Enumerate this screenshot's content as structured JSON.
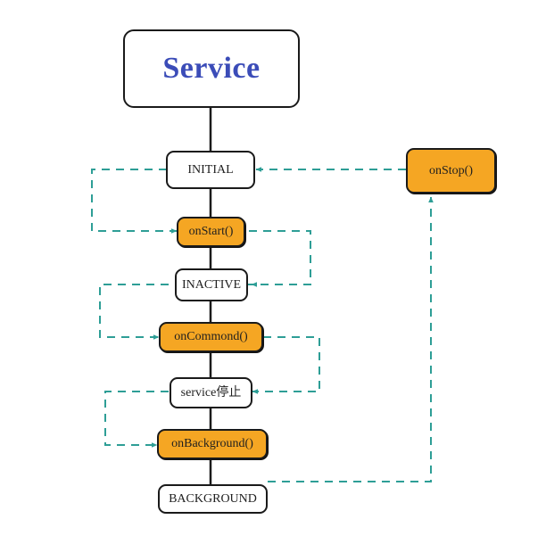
{
  "diagram": {
    "title": "Service",
    "accent_colors": {
      "title_text": "#3B4CB8",
      "method_node_fill": "#F5A623",
      "state_node_fill": "#FFFFFF",
      "node_border": "#1A1A1A",
      "edge_dashed": "#2E9E96"
    },
    "nodes": [
      {
        "id": "title",
        "kind": "title",
        "label": "Service"
      },
      {
        "id": "initial",
        "kind": "state",
        "label": "INITIAL"
      },
      {
        "id": "on_start",
        "kind": "method",
        "label": "onStart()"
      },
      {
        "id": "inactive",
        "kind": "state",
        "label": "INACTIVE"
      },
      {
        "id": "on_commond",
        "kind": "method",
        "label": "onCommond()"
      },
      {
        "id": "service_stop",
        "kind": "state",
        "label": "service停止"
      },
      {
        "id": "on_background",
        "kind": "method",
        "label": "onBackground()"
      },
      {
        "id": "background",
        "kind": "state",
        "label": "BACKGROUND"
      },
      {
        "id": "on_stop",
        "kind": "method",
        "label": "onStop()"
      }
    ],
    "edges": [
      {
        "from": "title",
        "to": "initial",
        "style": "solid"
      },
      {
        "from": "initial",
        "to": "on_start",
        "style": "dashed",
        "route": "left-loop"
      },
      {
        "from": "initial",
        "to": "on_start",
        "style": "solid",
        "route": "spine"
      },
      {
        "from": "on_start",
        "to": "inactive",
        "style": "dashed",
        "route": "right-loop"
      },
      {
        "from": "on_start",
        "to": "inactive",
        "style": "solid",
        "route": "spine"
      },
      {
        "from": "inactive",
        "to": "on_commond",
        "style": "dashed",
        "route": "left-loop"
      },
      {
        "from": "inactive",
        "to": "on_commond",
        "style": "solid",
        "route": "spine"
      },
      {
        "from": "on_commond",
        "to": "service_stop",
        "style": "dashed",
        "route": "right-loop"
      },
      {
        "from": "on_commond",
        "to": "service_stop",
        "style": "solid",
        "route": "spine"
      },
      {
        "from": "service_stop",
        "to": "on_background",
        "style": "dashed",
        "route": "left-loop"
      },
      {
        "from": "service_stop",
        "to": "on_background",
        "style": "solid",
        "route": "spine"
      },
      {
        "from": "on_background",
        "to": "background",
        "style": "solid",
        "route": "spine"
      },
      {
        "from": "background",
        "to": "on_stop",
        "style": "dashed",
        "route": "far-right-loop"
      },
      {
        "from": "on_stop",
        "to": "initial",
        "style": "dashed",
        "route": "horizontal"
      }
    ]
  }
}
